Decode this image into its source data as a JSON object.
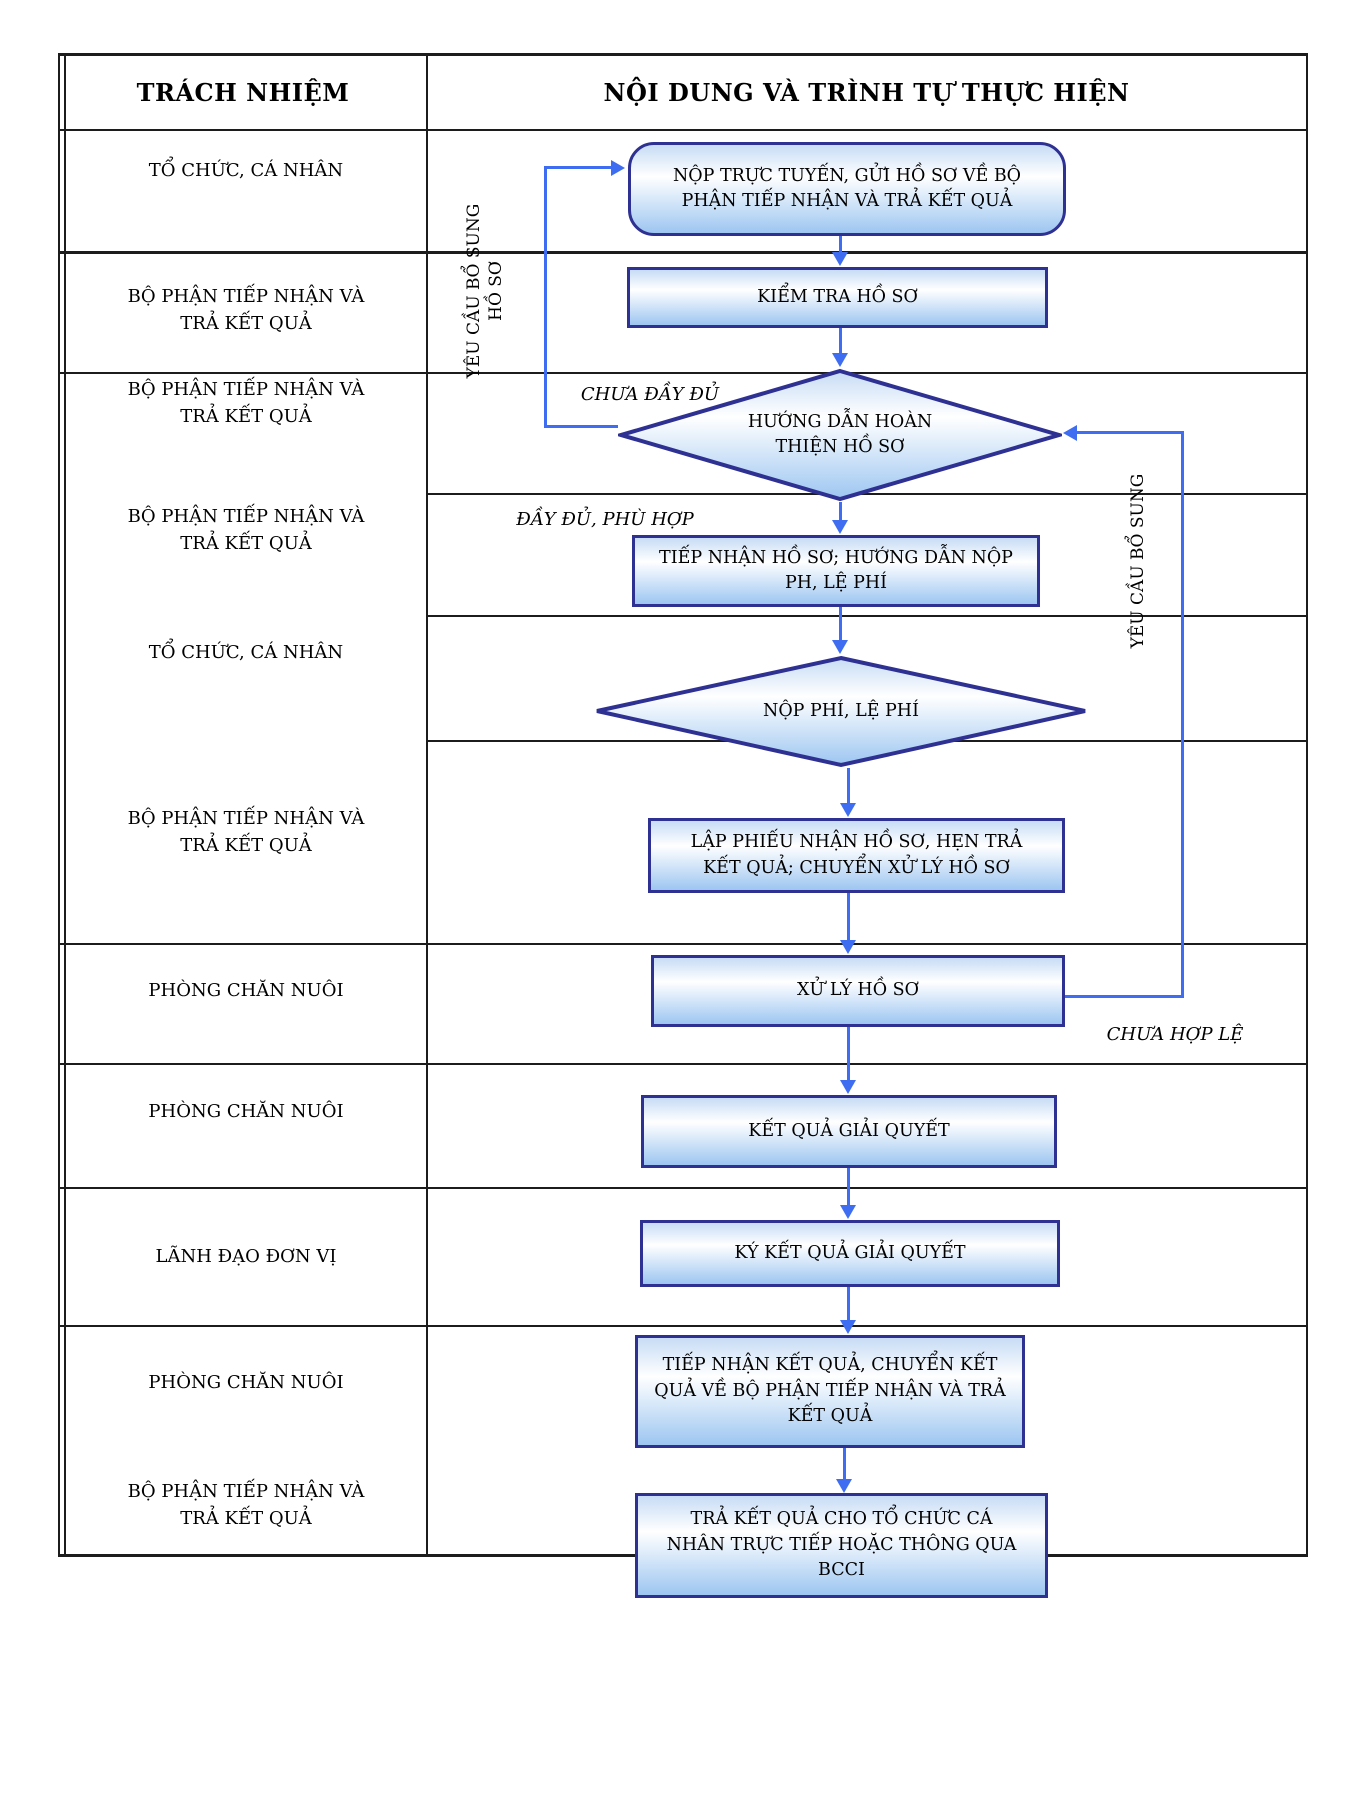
{
  "header": {
    "responsibility": "TRÁCH NHIỆM",
    "content": "NỘI DUNG VÀ TRÌNH TỰ THỰC HIỆN"
  },
  "responsibility_column": [
    "TỔ CHỨC, CÁ NHÂN",
    "BỘ PHẬN TIẾP NHẬN VÀ\nTRẢ KẾT QUẢ",
    "BỘ PHẬN TIẾP NHẬN VÀ\nTRẢ KẾT QUẢ",
    "BỘ PHẬN TIẾP NHẬN VÀ\nTRẢ KẾT QUẢ",
    "TỔ CHỨC, CÁ NHÂN",
    "BỘ PHẬN TIẾP NHẬN VÀ\nTRẢ KẾT QUẢ",
    "PHÒNG CHĂN NUÔI",
    "PHÒNG CHĂN NUÔI",
    "LÃNH ĐẠO ĐƠN VỊ",
    "PHÒNG CHĂN NUÔI",
    "BỘ PHẬN TIẾP NHẬN VÀ\nTRẢ KẾT QUẢ"
  ],
  "flow": {
    "nodes": [
      {
        "shape": "rounded-rectangle",
        "label": "NỘP TRỰC TUYẾN, GỬI HỒ SƠ VỀ BỘ\nPHẬN TIẾP NHẬN VÀ TRẢ KẾT QUẢ"
      },
      {
        "shape": "rectangle",
        "label": "KIỂM TRA HỒ SƠ"
      },
      {
        "shape": "diamond",
        "label": "HƯỚNG DẪN HOÀN\nTHIỆN HỒ SƠ"
      },
      {
        "shape": "rectangle",
        "label": "TIẾP NHẬN HỒ SƠ; HƯỚNG DẪN NỘP\nPH, LỆ PHÍ"
      },
      {
        "shape": "diamond",
        "label": "NỘP PHÍ, LỆ PHÍ"
      },
      {
        "shape": "rectangle",
        "label": "LẬP PHIẾU NHẬN HỒ SƠ, HẸN TRẢ\nKẾT QUẢ; CHUYỂN XỬ LÝ HỒ SƠ"
      },
      {
        "shape": "rectangle",
        "label": "XỬ LÝ HỒ SƠ"
      },
      {
        "shape": "rectangle",
        "label": "KẾT QUẢ GIẢI QUYẾT"
      },
      {
        "shape": "rectangle",
        "label": "KÝ KẾT QUẢ GIẢI QUYẾT"
      },
      {
        "shape": "rectangle",
        "label": "TIẾP NHẬN KẾT QUẢ, CHUYỂN KẾT\nQUẢ VỀ BỘ PHẬN TIẾP NHẬN VÀ TRẢ\nKẾT QUẢ"
      },
      {
        "shape": "rectangle",
        "label": "TRẢ KẾT QUẢ CHO TỔ CHỨC CÁ\nNHÂN TRỰC TIẾP HOẶC THÔNG QUA\nBCCI"
      }
    ],
    "edge_labels": {
      "not_complete": "CHƯA ĐẦY ĐỦ",
      "complete": "ĐẦY ĐỦ, PHÙ HỢP",
      "not_valid": "CHƯA HỢP LỆ",
      "supplement_left": "YÊU CẦU BỔ SUNG\nHỒ SƠ",
      "supplement_right": "YÊU CẦU BỔ SUNG"
    }
  },
  "colors": {
    "line": "#1c1c1c",
    "node_border": "#2e3192",
    "node_fill_top": "#c7dcf5",
    "node_fill_bottom": "#9dc6f1",
    "arrow": "#3e6df2"
  }
}
